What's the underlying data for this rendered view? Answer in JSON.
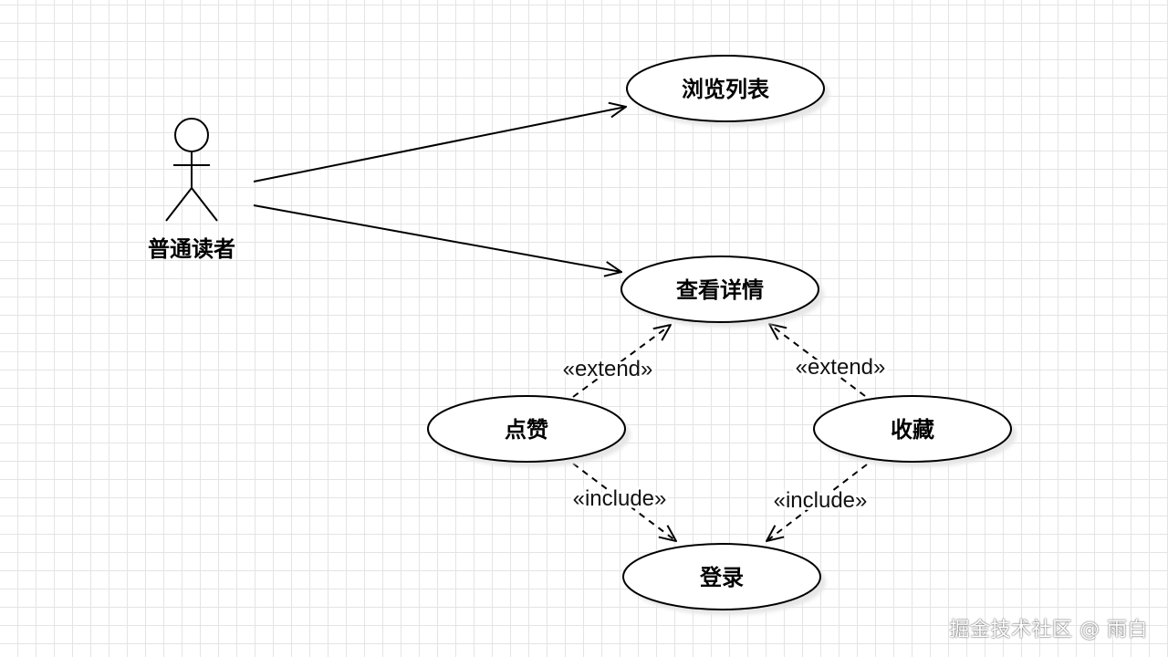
{
  "actor": {
    "label": "普通读者"
  },
  "use_cases": {
    "browse": "浏览列表",
    "detail": "查看详情",
    "like": "点赞",
    "favorite": "收藏",
    "login": "登录"
  },
  "relations": {
    "extend_label": "«extend»",
    "include_label": "«include»"
  },
  "watermark": "掘金技术社区 @ 雨白",
  "colors": {
    "grid": "#e4e4e4",
    "line": "#000000",
    "shadow": "#e6e6e6"
  }
}
